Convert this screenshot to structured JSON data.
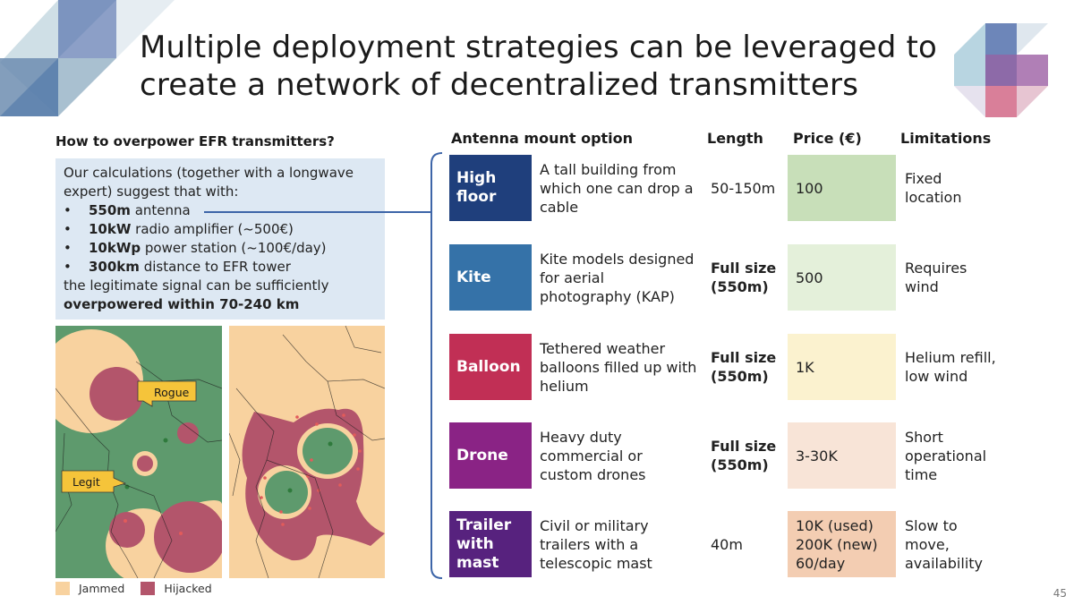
{
  "title": "Multiple deployment strategies can be leveraged to create a network of decentralized transmitters",
  "left_heading": "How to overpower EFR transmitters?",
  "calc": {
    "intro": "Our calculations (together with a longwave expert) suggest that with:",
    "bullets": [
      {
        "bold": "550m",
        "rest": " antenna"
      },
      {
        "bold": "10kW",
        "rest": " radio amplifier (~500€)"
      },
      {
        "bold": "10kWp",
        "rest": " power station (~100€/day)"
      },
      {
        "bold": "300km",
        "rest": " distance to EFR tower"
      }
    ],
    "outro": "the legitimate signal can be sufficiently",
    "conclusion": "overpowered within 70-240 km"
  },
  "map": {
    "rogue_label": "Rogue",
    "legit_label": "Legit",
    "colors": {
      "land": "#5e9a6d",
      "jammed": "#f8d29f",
      "hijacked": "#b3556b",
      "callout": "#f5c43a"
    }
  },
  "legend": {
    "items": [
      {
        "label": "Jammed",
        "color": "#f8d29f"
      },
      {
        "label": "Hijacked",
        "color": "#b3556b"
      }
    ]
  },
  "table": {
    "headers": {
      "option": "Antenna mount option",
      "length": "Length",
      "price": "Price (€)",
      "limitations": "Limitations"
    },
    "rows": [
      {
        "name": "High floor",
        "desc": "A tall building from which one can drop a cable",
        "length": "50-150m",
        "length_bold": false,
        "price": "100",
        "limits": "Fixed location",
        "color": "#1f3f7c",
        "price_bg": "#c8dfb9"
      },
      {
        "name": "Kite",
        "desc": "Kite models designed for aerial photography (KAP)",
        "length": "Full size (550m)",
        "length_bold": true,
        "price": "500",
        "limits": "Requires wind",
        "color": "#3572a8",
        "price_bg": "#e4f0da"
      },
      {
        "name": "Balloon",
        "desc": "Tethered weather balloons filled up with helium",
        "length": "Full size (550m)",
        "length_bold": true,
        "price": "1K",
        "limits": "Helium refill, low wind",
        "color": "#c12f55",
        "price_bg": "#fbf2cf"
      },
      {
        "name": "Drone",
        "desc": "Heavy duty commercial or custom drones",
        "length": "Full size (550m)",
        "length_bold": true,
        "price": "3-30K",
        "limits": "Short operational time",
        "color": "#8a2385",
        "price_bg": "#f8e4d7"
      },
      {
        "name": "Trailer with mast",
        "desc": "Civil or military trailers with a telescopic mast",
        "length": "40m",
        "length_bold": false,
        "price": "10K (used) 200K (new) 60/day",
        "limits": "Slow to move, availability",
        "color": "#57227e",
        "price_bg": "#f3cdb2"
      }
    ]
  },
  "page_number": "45"
}
